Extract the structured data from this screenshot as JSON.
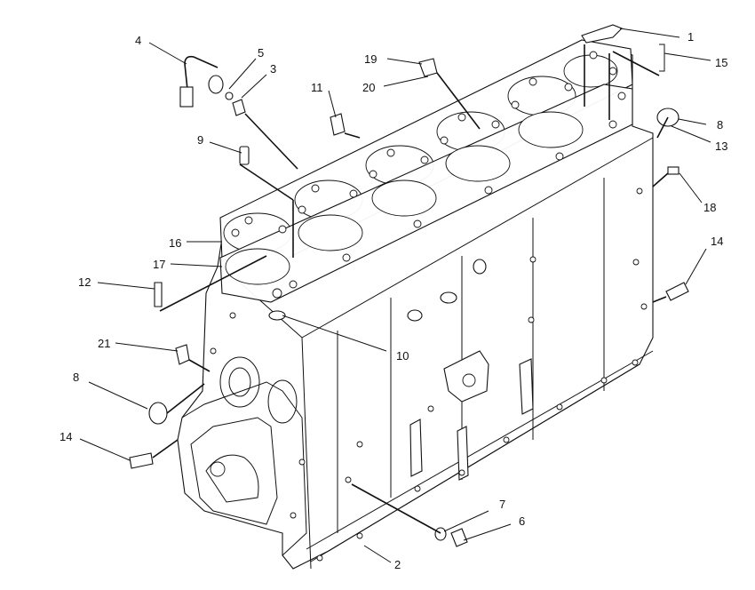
{
  "callouts": [
    "1",
    "2",
    "3",
    "4",
    "5",
    "6",
    "7",
    "8",
    "8",
    "9",
    "10",
    "11",
    "12",
    "13",
    "14",
    "14",
    "15",
    "16",
    "17",
    "18",
    "19",
    "20",
    "21"
  ]
}
